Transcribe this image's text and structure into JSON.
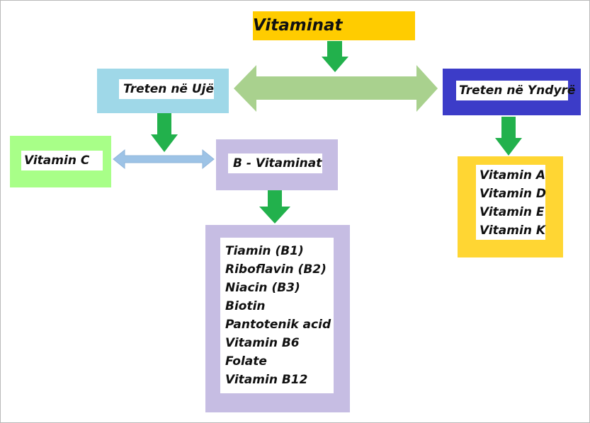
{
  "diagram": {
    "root": {
      "label": "Vitaminat",
      "color": "#FFCC00"
    },
    "water": {
      "label": "Treten në Ujë",
      "color": "#9FD8E8"
    },
    "fat": {
      "label": "Treten në Yndyrë",
      "color": "#3C3CC8"
    },
    "vitamin_c": {
      "label": "Vitamin C",
      "color": "#A8FF88"
    },
    "b_vitamins": {
      "label": "B - Vitaminat",
      "color": "#C6BDE3"
    },
    "b_list": {
      "color": "#C6BDE3",
      "items": [
        "Tiamin (B1)",
        "Riboflavin (B2)",
        "Niacin (B3)",
        "Biotin",
        "Pantotenik acid",
        "Vitamin B6",
        "Folate",
        "Vitamin B12"
      ]
    },
    "fat_list": {
      "color": "#FFD633",
      "items": [
        "Vitamin A",
        "Vitamin D",
        "Vitamin E",
        "Vitamin K"
      ]
    },
    "arrow_colors": {
      "down": "#22B14C",
      "wide_double": "#A9D18E",
      "small_double": "#9DC3E6"
    }
  }
}
